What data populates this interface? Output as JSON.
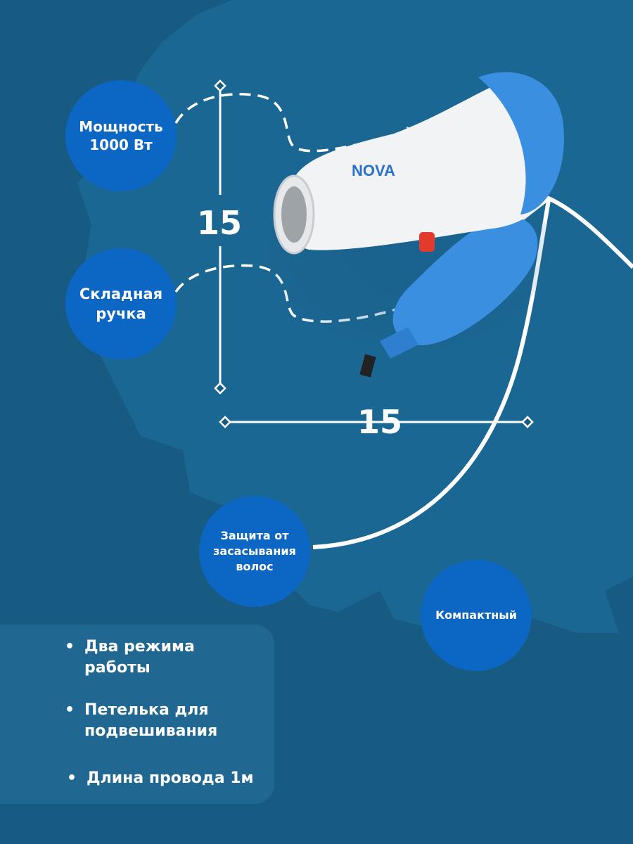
{
  "colors": {
    "background": "#175a82",
    "background_shape": "#1b6793",
    "circle_fill": "#0c66c4",
    "text": "#ffffff",
    "product_blue": "#3a8fe0",
    "product_white": "#f2f3f5"
  },
  "product": {
    "brand": "NOVA"
  },
  "badges": {
    "power": "Мощность\n1000 Вт",
    "folding_handle": "Складная\nручка",
    "hair_guard": "Защита от\nзасасывания\nволос",
    "compact": "Компактный"
  },
  "dimensions": {
    "height_label": "15",
    "width_label": "15"
  },
  "features": [
    {
      "bullet": "•",
      "text": "Два режима\nработы"
    },
    {
      "bullet": "•",
      "text": "Петелька для\nподвешивания"
    },
    {
      "bullet": "•",
      "text": "Длина провода 1м"
    }
  ]
}
